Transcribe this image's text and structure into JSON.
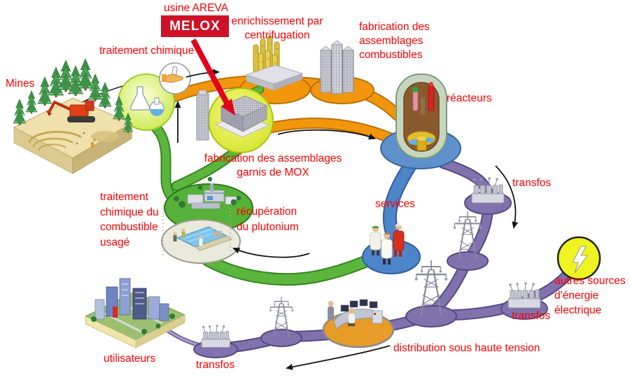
{
  "diagram": {
    "type": "nuclear-fuel-cycle",
    "labels": {
      "mines": "Mines",
      "traitement_chimique": "traitement chimique",
      "usine_areva": "usine AREVA",
      "melox": "MELOX",
      "enrichissement": "enrichissement par\ncentrifugation",
      "fabrication_combustibles": "fabrication des\nassemblages\ncombustibles",
      "reacteurs": "réacteurs",
      "fabrication_mox": "fabrication des assemblages\ngarnis de MOX",
      "traitement_usage": "traitement\nchimique du\ncombustible\nusagé",
      "recuperation": "récupération\ndu plutonium",
      "services": "services",
      "transfos_right_top": "transfos",
      "autres_sources": "autres sources\nd'énergie\nélectrique",
      "transfos_right_bottom": "transfos",
      "distribution": "distribution sous haute tension",
      "utilisateurs": "utilisateurs",
      "transfos_bottom_left": "transfos"
    },
    "colors": {
      "label_red": "#FF0000",
      "melox_box_bg": "#CE1126",
      "melox_text": "#FFFFFF",
      "melox_arrow": "#E3001B",
      "front_end_path_orange": "#F2960D",
      "recycle_path_green": "#5CB53C",
      "reactor_services_blue": "#4D85C9",
      "grid_path_purple": "#8172AE",
      "energy_circle_yellow": "#EFF320"
    }
  }
}
